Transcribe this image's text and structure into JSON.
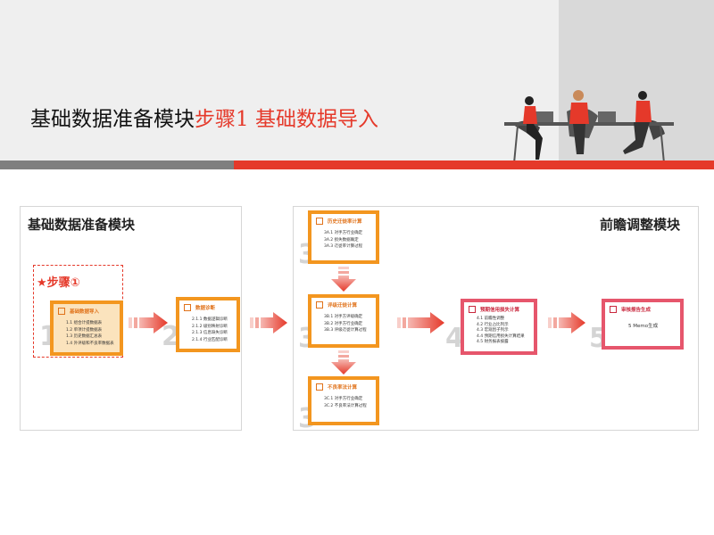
{
  "header": {
    "title_part1": "基础数据准备模块",
    "title_part2": "步骤1  基础数据导入"
  },
  "left_module": {
    "title": "基础数据准备模块",
    "step_label": "步骤①",
    "star_icon": "★"
  },
  "right_module": {
    "title": "前瞻调整模块"
  },
  "steps": {
    "s1": {
      "number": "1",
      "title": "基础数据导入",
      "items": [
        "1.1 组合计提数据表",
        "1.2 单项计提数据表",
        "1.3 历史数据汇总表",
        "1.4 外评级和不良率数据表"
      ]
    },
    "s2": {
      "number": "2",
      "title": "数据诊断",
      "items": [
        "2.1.1 数据逻辑诊断",
        "2.1.2 级别映射诊断",
        "2.1.3 信息缺失诊断",
        "2.1.4 行业匹配诊断"
      ]
    },
    "s3a": {
      "number": "3",
      "title": "历史迁徙率计算",
      "items": [
        "3A.1 对手方行业确定",
        "3A.2 损失数据确定",
        "3A.3 迁徙率计算过程"
      ]
    },
    "s3b": {
      "number": "3",
      "title": "评级迁徙计算",
      "items": [
        "3B.1 对手方评级确定",
        "3B.2 对手方行业确定",
        "3B.3 评级迁徙计算过程"
      ]
    },
    "s3c": {
      "number": "3",
      "title": "不良率法计算",
      "items": [
        "3C.1 对手方行业确定",
        "3C.2 不良率法计算过程"
      ]
    },
    "s4": {
      "number": "4",
      "title": "预期信用损失计算",
      "items": [
        "4.1 前瞻性调整",
        "4.2 行业占比列示",
        "4.3 宏观因子列示",
        "4.4 预期信用损失计算结果",
        "4.5 财务报表披露"
      ]
    },
    "s5": {
      "number": "5",
      "title": "审核报告生成",
      "items": [
        "5 Memo生成"
      ]
    }
  },
  "colors": {
    "accent_red": "#e5392a",
    "orange": "#f3961f",
    "pink": "#e6566c"
  }
}
